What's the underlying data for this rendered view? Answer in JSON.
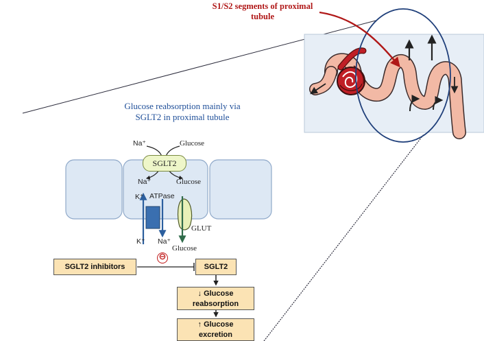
{
  "callout": {
    "line1": "S1/S2 segments of proximal",
    "line2": "tubule"
  },
  "title": {
    "line1": "Glucose reabsorption mainly via",
    "line2": "SGLT2 in proximal tubule"
  },
  "cell": {
    "na_in": "Na⁺",
    "glucose_in": "Glucose",
    "transporter": "SGLT2",
    "na_out": "Na⁺",
    "glucose_out": "Glucose",
    "k_top": "K⁺",
    "atpase": "ATPase",
    "glut": "GLUT",
    "k_bottom": "K⁺",
    "na_bottom": "Na⁺",
    "glucose_bottom": "Glucose"
  },
  "flow": {
    "inhibitors": "SGLT2 inhibitors",
    "inhibit_symbol": "⊖",
    "target": "SGLT2",
    "reabsorption": {
      "line1": "↓ Glucose",
      "line2": "reabsorption"
    },
    "excretion": {
      "line1": "↑ Glucose",
      "line2": "excretion"
    }
  },
  "colors": {
    "callout_red": "#b01818",
    "title_blue": "#1f4f99",
    "cell_fill": "#dde8f4",
    "cell_border": "#8fa9c9",
    "transporter_fill": "#eef6c9",
    "atpase_blue": "#3a6fb0",
    "glut_fill": "#e8f0b8",
    "box_fill": "#fbe3b4",
    "tubule_pink": "#f2b9a5",
    "glomerulus_red": "#c01f26"
  }
}
